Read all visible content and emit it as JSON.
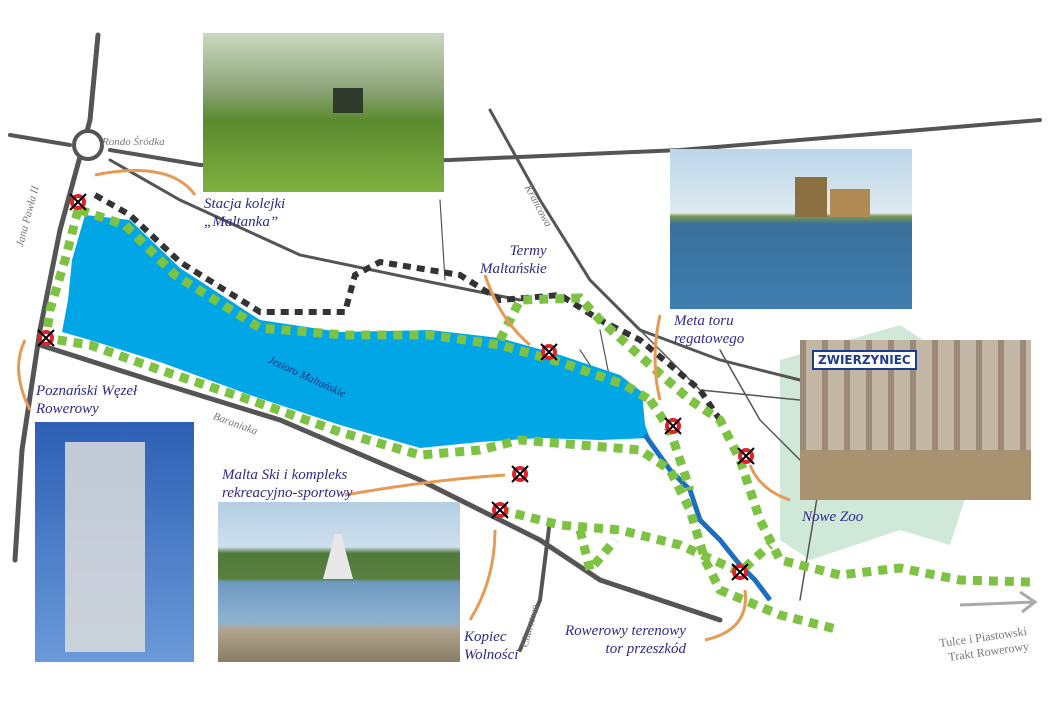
{
  "labels": {
    "rondo": "Rondo Śródka",
    "jana_pawla": "Jana Pawła II",
    "stacja": [
      "Stacja kolejki",
      "„Maltanka”"
    ],
    "termy": [
      "Termy",
      "Maltańskie"
    ],
    "krancowa": "Krańcowa",
    "meta": [
      "Meta toru",
      "regatowego"
    ],
    "jezioro": "Jezioro Maltańskie",
    "wezel": [
      "Poznański Węzeł",
      "Rowerowy"
    ],
    "baraniaka": "Baraniaka",
    "malta_ski": [
      "Malta Ski i kompleks",
      "rekreacyjno-sportowy"
    ],
    "nowe_zoo": "Nowe Zoo",
    "kopiec": [
      "Kopiec",
      "Wolności"
    ],
    "chartowo": "Chartowo",
    "tor": [
      "Rowerowy terenowy",
      "tor przeszkód"
    ],
    "tulce": [
      "Tulce i Piastowski",
      "Trakt Rowerowy"
    ]
  },
  "photos": {
    "zwierzyniec_sign": "ZWIERZYNIEC"
  },
  "colors": {
    "lake": "#00a6e6",
    "trail": "#7dc242",
    "road": "#555555",
    "arrow": "#e59a55",
    "marker": "#e2212b",
    "zoo_area": "#cfe8d8"
  }
}
